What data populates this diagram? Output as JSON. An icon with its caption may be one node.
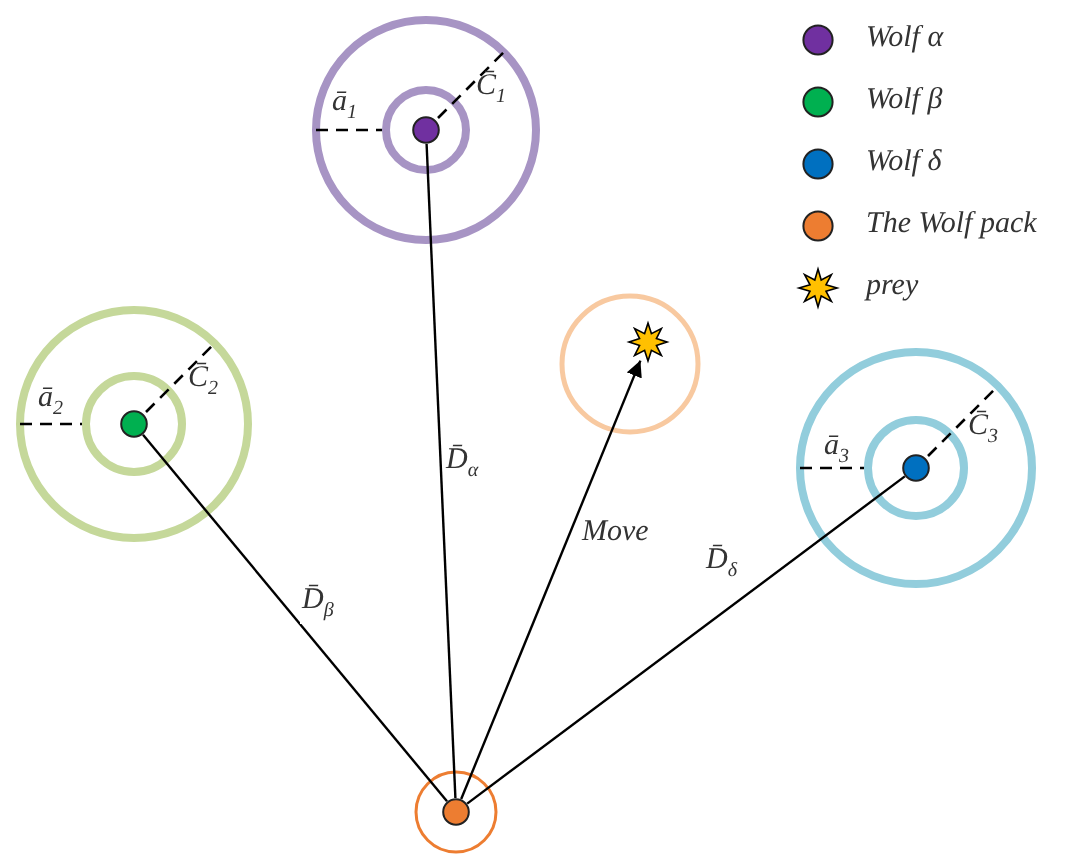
{
  "diagram": {
    "nodes": [
      {
        "text": [],
        "shape": "circle"
      },
      {
        "text": [],
        "shape": "star"
      },
      {
        "text": [],
        "shape": "circle"
      },
      {
        "text": [],
        "shape": "circle"
      },
      {
        "text": [],
        "shape": "circle"
      }
    ],
    "edges": [
      {
        "from": 4,
        "to": 0,
        "arrow": "none",
        "label": "D̄$_{α}$"
      },
      {
        "from": 4,
        "to": 2,
        "arrow": "none",
        "label": "D̄$_{β}$"
      },
      {
        "from": 4,
        "to": 1,
        "arrow": "to",
        "label": "Move"
      },
      {
        "from": 4,
        "to": 3,
        "arrow": "none",
        "label": "D̄$_{δ}$"
      }
    ],
    "labels": [
      "ā$_{1}$",
      "C̄$_{1}$",
      "ā$_{2}$",
      "C̄$_{2}$",
      "ā$_{3}$",
      "C̄$_{3}$"
    ],
    "legend": [
      {
        "text": "Wolf α",
        "color": "#7030a0"
      },
      {
        "text": "Wolf β",
        "color": "#00b050"
      },
      {
        "text": "Wolf δ",
        "color": "#0070c0"
      },
      {
        "text": "The Wolf pack",
        "color": "#ed7d31"
      },
      {
        "text": "prey"
      }
    ]
  }
}
